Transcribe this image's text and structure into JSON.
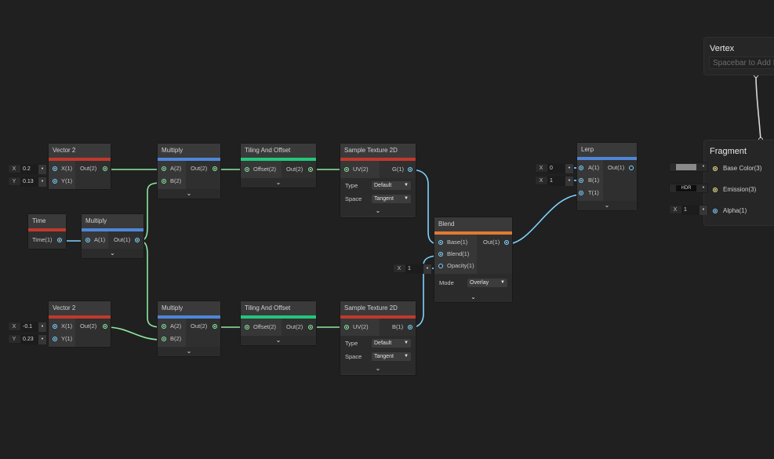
{
  "colors": {
    "vector": "#c0392b",
    "math": "#4e86d9",
    "uv": "#22c77a",
    "texture": "#c0392b",
    "blend": "#e07b30",
    "wire_green": "#8de8a0",
    "wire_blue": "#7fd4ff",
    "wire_yellow": "#f2e88c"
  },
  "nodes": {
    "vec2_top": {
      "title": "Vector 2",
      "in_x": "X(1)",
      "in_y": "Y(1)",
      "out": "Out(2)",
      "x_label": "X",
      "x_val": "0.2",
      "y_label": "Y",
      "y_val": "0.13"
    },
    "time": {
      "title": "Time",
      "out": "Time(1)"
    },
    "mul_time": {
      "title": "Multiply",
      "in_a": "A(1)",
      "out": "Out(1)"
    },
    "vec2_bot": {
      "title": "Vector 2",
      "in_x": "X(1)",
      "in_y": "Y(1)",
      "out": "Out(2)",
      "x_label": "X",
      "x_val": "-0.1",
      "y_label": "Y",
      "y_val": "0.23"
    },
    "mul_top": {
      "title": "Multiply",
      "in_a": "A(2)",
      "in_b": "B(2)",
      "out": "Out(2)"
    },
    "mul_bot": {
      "title": "Multiply",
      "in_a": "A(2)",
      "in_b": "B(2)",
      "out": "Out(2)"
    },
    "tile_top": {
      "title": "Tiling And Offset",
      "in": "Offset(2)",
      "out": "Out(2)"
    },
    "tile_bot": {
      "title": "Tiling And Offset",
      "in": "Offset(2)",
      "out": "Out(2)"
    },
    "tex_top": {
      "title": "Sample Texture 2D",
      "in": "UV(2)",
      "out": "G(1)",
      "type_label": "Type",
      "type_val": "Default",
      "space_label": "Space",
      "space_val": "Tangent"
    },
    "tex_bot": {
      "title": "Sample Texture 2D",
      "in": "UV(2)",
      "out": "B(1)",
      "type_label": "Type",
      "type_val": "Default",
      "space_label": "Space",
      "space_val": "Tangent"
    },
    "blend": {
      "title": "Blend",
      "in_base": "Base(1)",
      "in_blend": "Blend(1)",
      "in_opacity": "Opacity(1)",
      "out": "Out(1)",
      "mode_label": "Mode",
      "mode_val": "Overlay",
      "op_label": "X",
      "op_val": "1"
    },
    "lerp": {
      "title": "Lerp",
      "in_a": "A(1)",
      "in_b": "B(1)",
      "in_t": "T(1)",
      "out": "Out(1)",
      "a_label": "X",
      "a_val": "0",
      "b_label": "X",
      "b_val": "1"
    }
  },
  "master": {
    "vertex_title": "Vertex",
    "vertex_hint": "Spacebar to Add Block",
    "fragment_title": "Fragment",
    "base_color": "Base Color(3)",
    "emission": "Emission(3)",
    "emission_tag": "HDR",
    "alpha": "Alpha(1)",
    "alpha_label": "X",
    "alpha_val": "1"
  }
}
